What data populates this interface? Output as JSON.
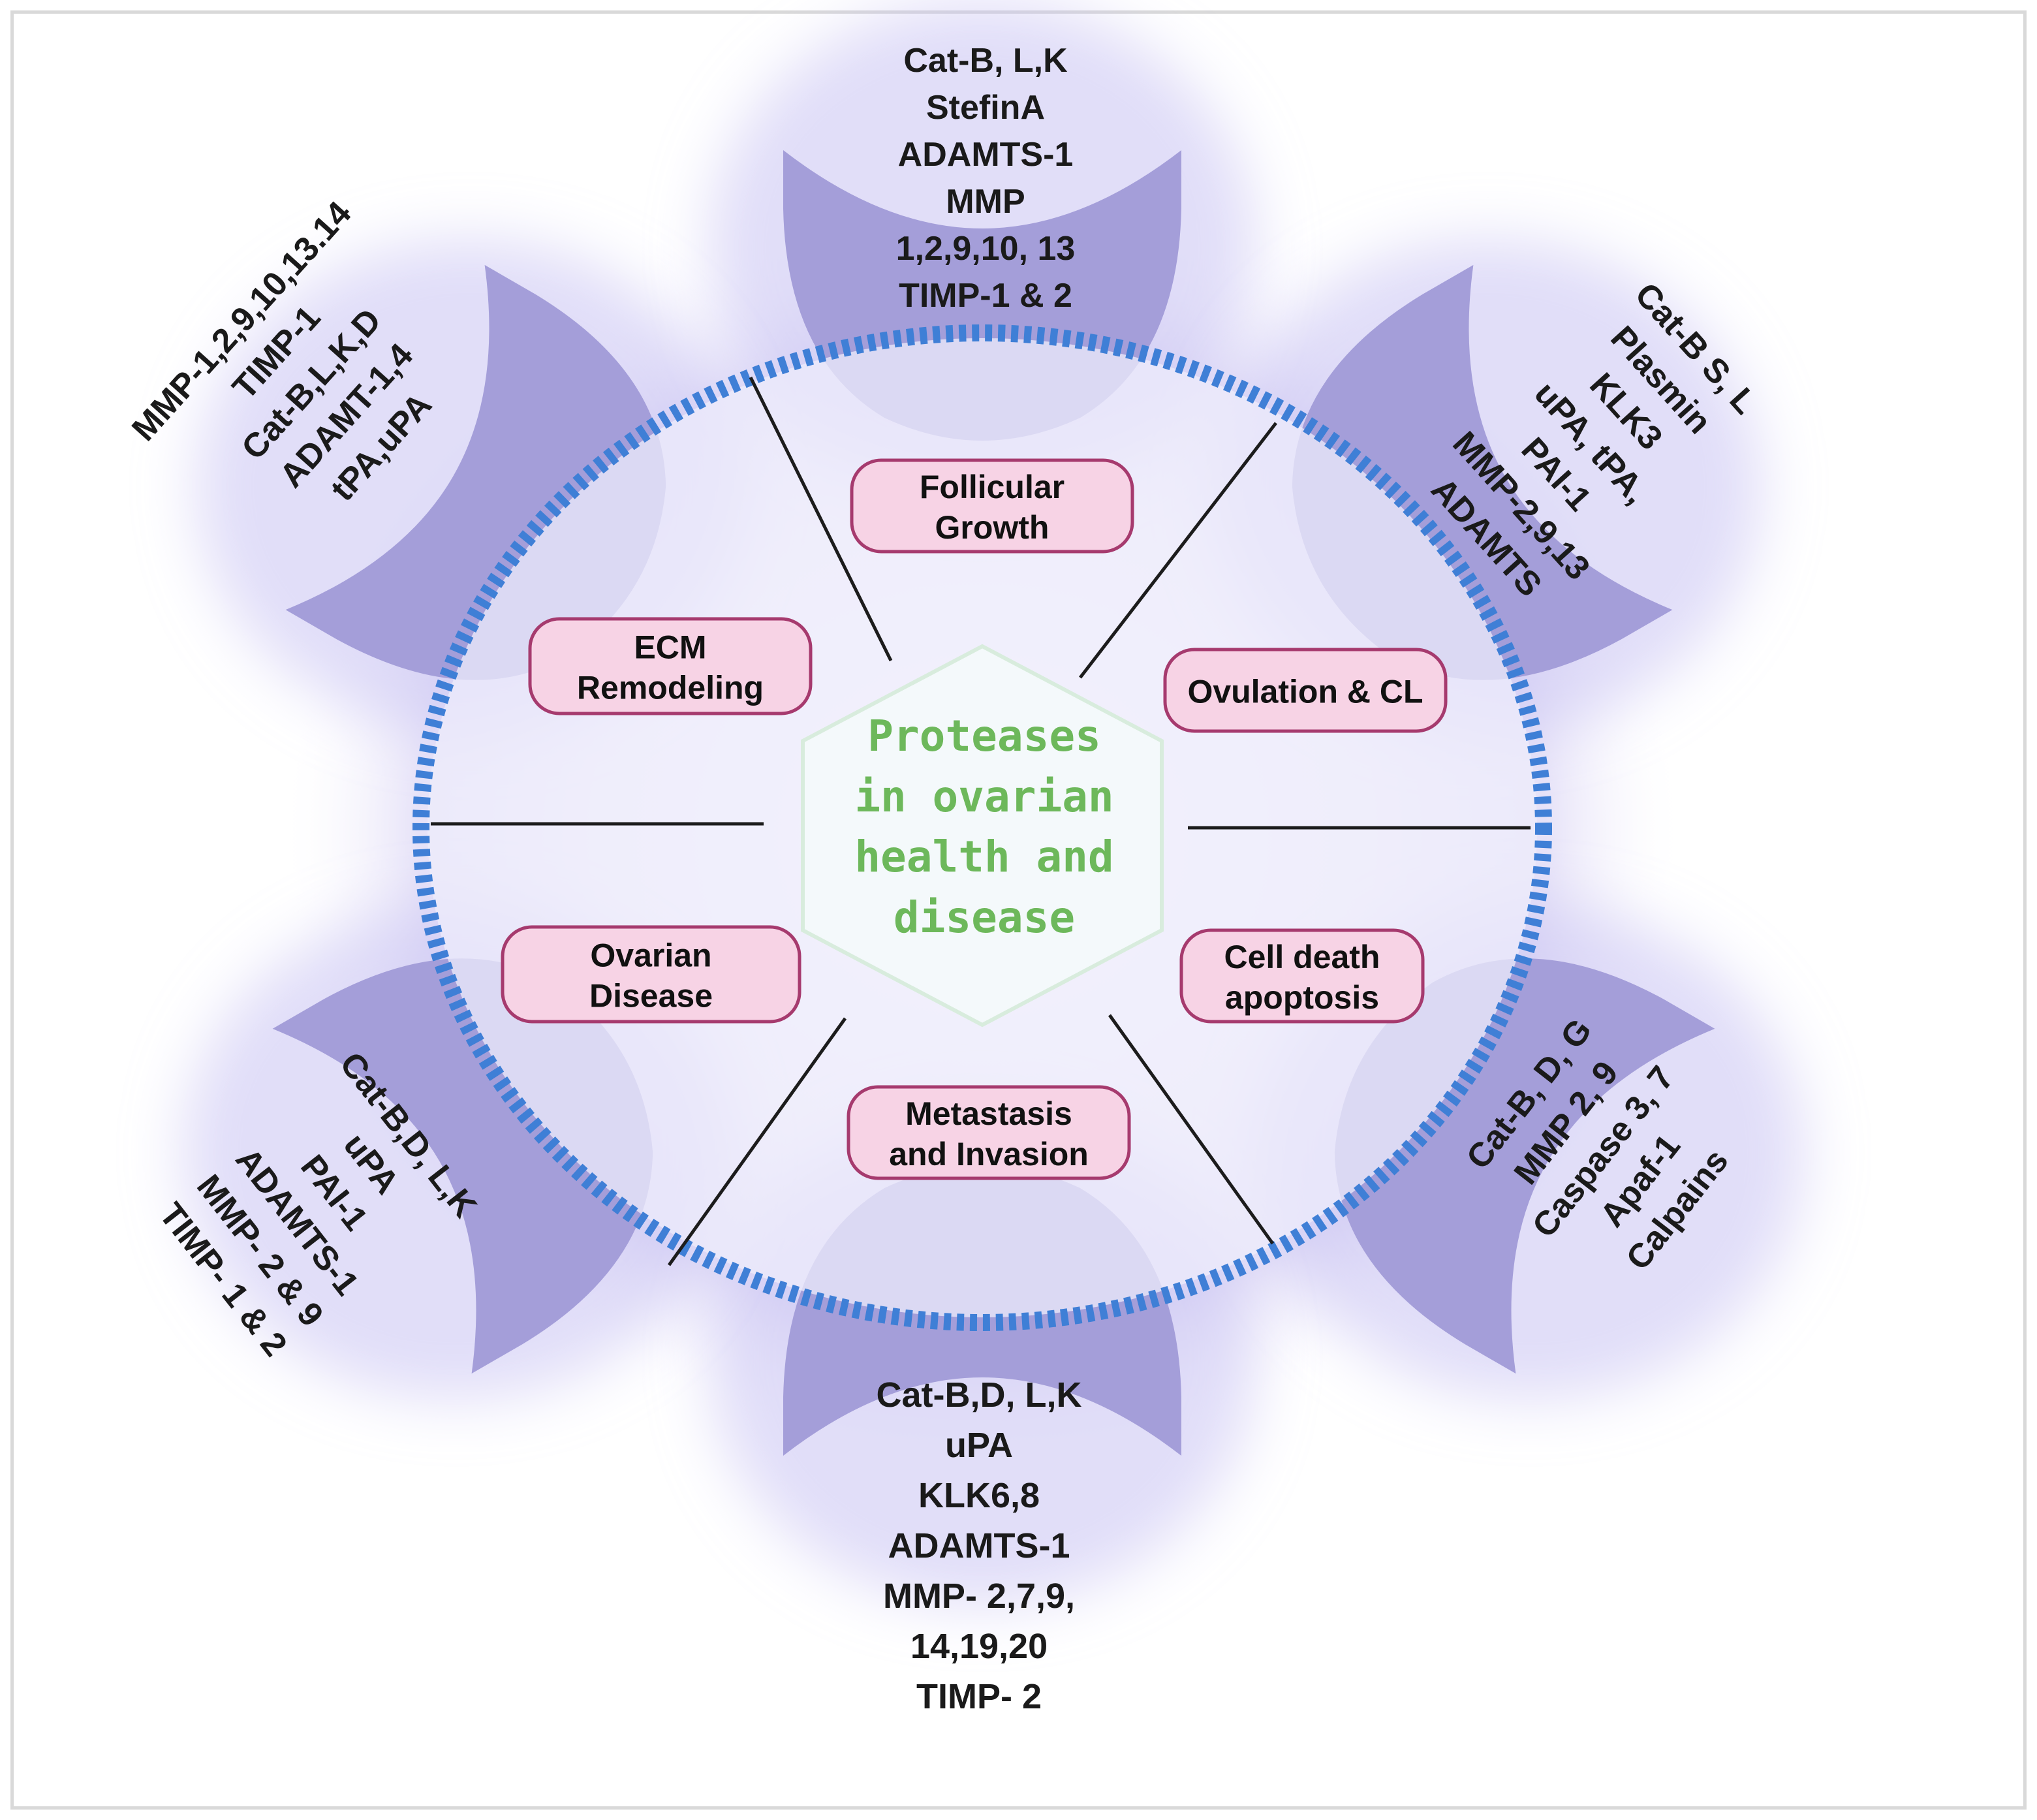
{
  "center": {
    "lines": [
      "Proteases",
      "in ovarian",
      "health and",
      "disease"
    ]
  },
  "colors": {
    "petal": "#a49ed9",
    "glow": "#c9c2f2",
    "ring": "#3f7fd6",
    "box_fill": "#f7d3e5",
    "box_border": "#a63a6e",
    "center_text": "#6db85b",
    "hex_border": "#d8ecdd"
  },
  "categories": [
    {
      "id": "follicular",
      "lines": [
        "Follicular",
        "Growth"
      ]
    },
    {
      "id": "ovulation",
      "lines": [
        "Ovulation & CL"
      ]
    },
    {
      "id": "celldeath",
      "lines": [
        "Cell death",
        "apoptosis"
      ]
    },
    {
      "id": "metastasis",
      "lines": [
        "Metastasis",
        "and Invasion"
      ]
    },
    {
      "id": "ovarian",
      "lines": [
        "Ovarian",
        "Disease"
      ]
    },
    {
      "id": "ecm",
      "lines": [
        "ECM",
        "Remodeling"
      ]
    }
  ],
  "protease_lists": [
    {
      "id": "follicular",
      "lines": [
        "Cat-B, L,K",
        "StefinA",
        "ADAMTS-1",
        "MMP",
        "1,2,9,10, 13",
        "TIMP-1 & 2"
      ]
    },
    {
      "id": "ovulation",
      "lines": [
        "Cat-B S, L",
        "Plasmin",
        "KLK3",
        "uPA, tPA,",
        "PAI-1",
        "MMP-2,9,13",
        "ADAMTS"
      ]
    },
    {
      "id": "celldeath",
      "lines": [
        "Cat-B, D, G",
        "MMP 2, 9",
        "Caspase 3, 7",
        "Apaf-1",
        "Calpains"
      ]
    },
    {
      "id": "metastasis",
      "lines": [
        "Cat-B,D, L,K",
        "uPA",
        "KLK6,8",
        "ADAMTS-1",
        "MMP- 2,7,9,",
        "14,19,20",
        "TIMP- 2"
      ]
    },
    {
      "id": "ovarian",
      "lines": [
        "Cat-B,D, L,K",
        "uPA",
        "PAI-1",
        "ADAMTS-1",
        "MMP- 2 & 9",
        "TIMP- 1 & 2"
      ]
    },
    {
      "id": "ecm",
      "lines": [
        "MMP-1,2,9,10,13.14",
        "TIMP-1",
        "Cat-B,L,K,D",
        "ADAMT-1,4",
        "tPA,uPA"
      ]
    }
  ]
}
